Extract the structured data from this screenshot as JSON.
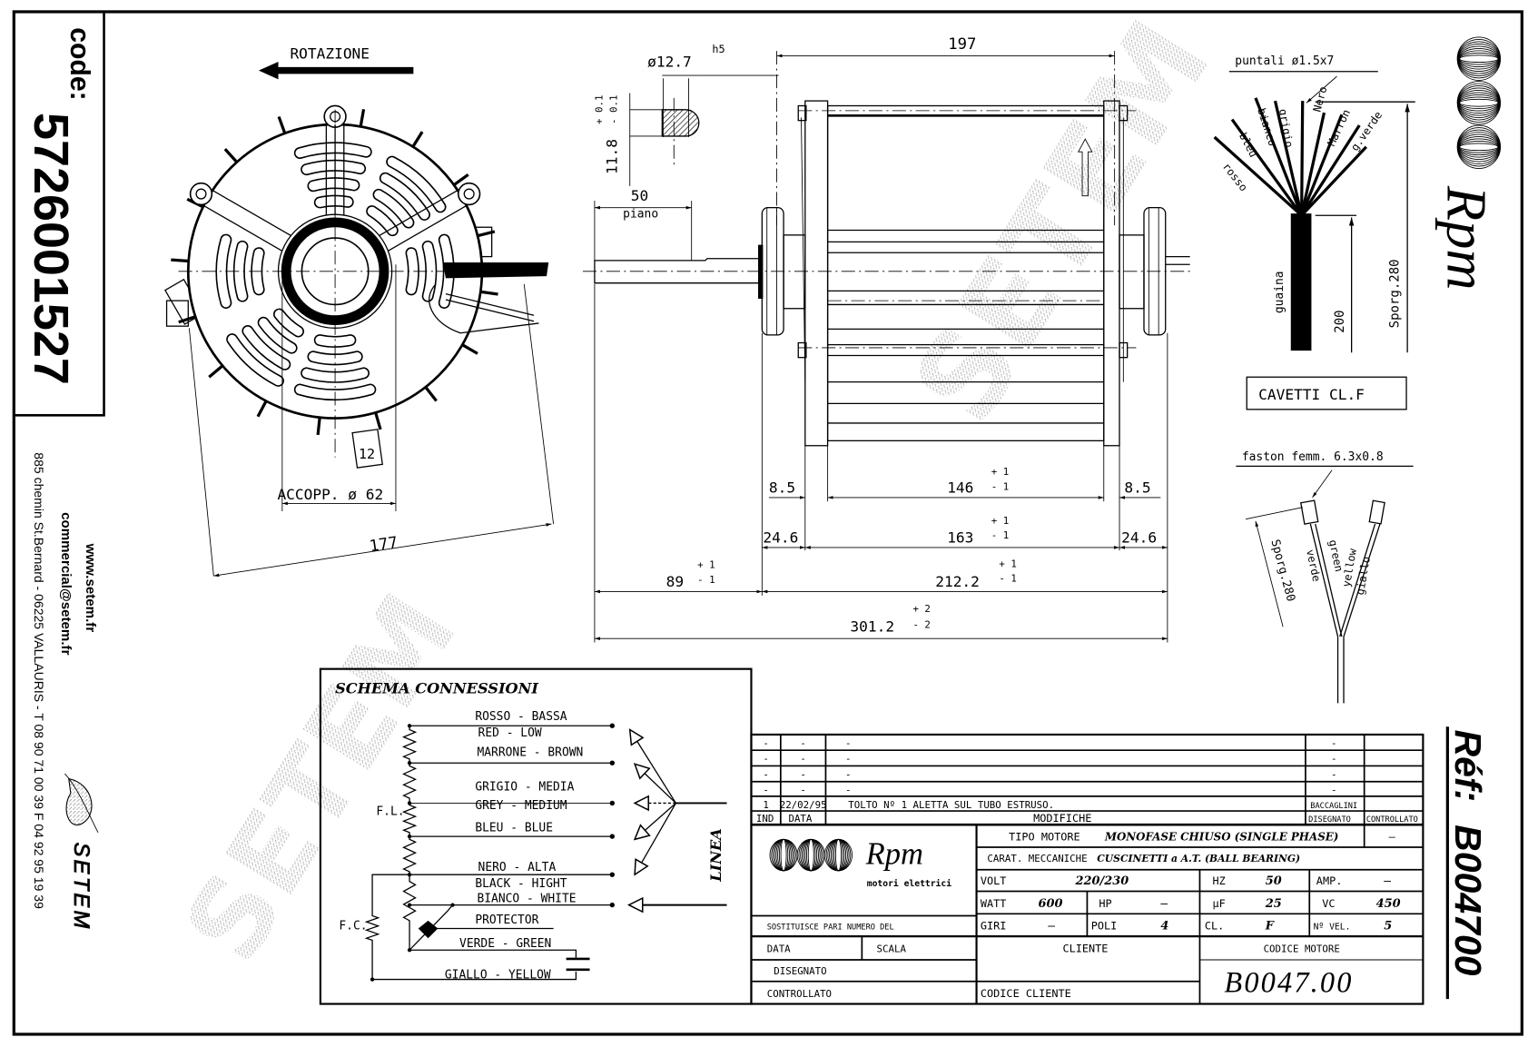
{
  "sidebar": {
    "code_label": "code:",
    "code": "5726001527",
    "website": "www.setem.fr",
    "email": "commercial@setem.fr",
    "address": "885 chemin St.Bernard  -  06225 VALLAURIS  -  T 08 90 71 00 39   F 04 92 95 19 39",
    "brand": "SETEM"
  },
  "right_strip": {
    "brand": "Rpm",
    "ref_label": "Réf:",
    "ref": "B004700"
  },
  "watermark": "SETEM",
  "front_view": {
    "rotation": "ROTAZIONE",
    "coupling": "ACCOPP. ø 62",
    "width": "177",
    "tab": "12"
  },
  "shaft_detail": {
    "diameter": "ø12.7",
    "fit": "h5",
    "flat": "11.8",
    "flat_tol_plus": "+ 0.1",
    "flat_tol_minus": "- 0.1",
    "flat_length": "50",
    "flat_label": "piano"
  },
  "side_view": {
    "overall_housing": "197",
    "gap_left": "8.5",
    "gap_right": "8.5",
    "core": "146",
    "core_tol": [
      "+ 1",
      "- 1"
    ],
    "flange_left": "24.6",
    "flange_right": "24.6",
    "frame": "163",
    "frame_tol": [
      "+ 1",
      "- 1"
    ],
    "shaft_out": "89",
    "shaft_tol": [
      "+ 1",
      "- 1"
    ],
    "body": "212.2",
    "body_tol": [
      "+ 1",
      "- 1"
    ],
    "total": "301.2",
    "total_tol": [
      "+ 2",
      "- 2"
    ]
  },
  "cables": {
    "tips": "puntali ø1.5x7",
    "wires": [
      "rosso",
      "bleu",
      "bianco",
      "grigio",
      "Nero",
      "Marron",
      "g.verde"
    ],
    "sheath": "guaina",
    "sheath_len": "200",
    "length": "Sporg.280",
    "class_label": "CAVETTI CL.F"
  },
  "faston": {
    "label": "faston femm. 6.3x0.8",
    "length": "Sporg.280",
    "wires": [
      "verde",
      "green",
      "yellow",
      "giallo"
    ]
  },
  "schema": {
    "title": "SCHEMA CONNESSIONI",
    "labels": {
      "rosso": "ROSSO - BASSA",
      "red": "RED - LOW",
      "marrone": "MARRONE - BROWN",
      "grigio": "GRIGIO - MEDIA",
      "grey": "GREY - MEDIUM",
      "bleu": "BLEU - BLUE",
      "nero": "NERO - ALTA",
      "black": "BLACK - HIGHT",
      "bianco": "BIANCO - WHITE",
      "protector": "PROTECTOR",
      "verde": "VERDE - GREEN",
      "giallo": "GIALLO - YELLOW",
      "fl": "F.L.",
      "fc": "F.C.",
      "linea": "LINEA"
    }
  },
  "title_block": {
    "revisions": [
      [
        "-",
        "-",
        "-",
        "-",
        ""
      ],
      [
        "-",
        "-",
        "-",
        "-",
        ""
      ],
      [
        "-",
        "-",
        "-",
        "-",
        ""
      ],
      [
        "-",
        "-",
        "-",
        "-",
        ""
      ],
      [
        "1",
        "22/02/95",
        "TOLTO Nº 1 ALETTA SUL TUBO ESTRUSO.",
        "BACCAGLINI",
        ""
      ]
    ],
    "headers": [
      "IND",
      "DATA",
      "MODIFICHE",
      "DISEGNATO",
      "CONTROLLATO"
    ],
    "logo_brand": "Rpm",
    "logo_sub": "motori elettrici",
    "tipo_motore_label": "TIPO MOTORE",
    "tipo_motore": "MONOFASE CHIUSO (SINGLE PHASE)",
    "tipo_extra": "–",
    "carat_label": "CARAT. MECCANICHE",
    "carat": "CUSCINETTI a A.T. (BALL BEARING)",
    "volt_label": "VOLT",
    "volt": "220/230",
    "hz_label": "HZ",
    "hz": "50",
    "amp_label": "AMP.",
    "amp": "–",
    "watt_label": "WATT",
    "watt": "600",
    "hp_label": "HP",
    "hp": "–",
    "uf_label": "µF",
    "uf": "25",
    "vc_label": "VC",
    "vc": "450",
    "giri_label": "GIRI",
    "giri": "–",
    "poli_label": "POLI",
    "poli": "4",
    "cl_label": "CL.",
    "cl": "F",
    "vel_label": "Nº VEL.",
    "vel": "5",
    "sostituisce": "SOSTITUISCE PARI NUMERO DEL",
    "data_label": "DATA",
    "scala_label": "SCALA",
    "cliente_label": "CLIENTE",
    "disegnato_label": "DISEGNATO",
    "controllato_label": "CONTROLLATO",
    "codice_cliente_label": "CODICE CLIENTE",
    "codice_motore_label": "CODICE MOTORE",
    "codice_motore": "B0047.00"
  }
}
